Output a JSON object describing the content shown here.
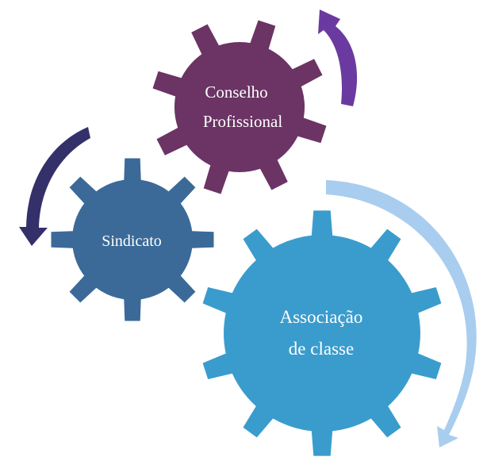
{
  "gears": {
    "conselho": {
      "line1": "Conselho",
      "line2": "Profissional",
      "color": "#6b3464"
    },
    "sindicato": {
      "line1": "Sindicato",
      "color": "#3b6a98"
    },
    "associacao": {
      "line1": "Associação",
      "line2": "de classe",
      "color": "#3a9ccd"
    }
  },
  "arrows": {
    "top_right": {
      "color": "#6b3aa0",
      "icon": "curved-arrow-up-icon"
    },
    "left": {
      "color": "#34306a",
      "icon": "curved-arrow-down-icon"
    },
    "right": {
      "color": "#a8cdef",
      "icon": "curved-arrow-down-icon"
    }
  }
}
